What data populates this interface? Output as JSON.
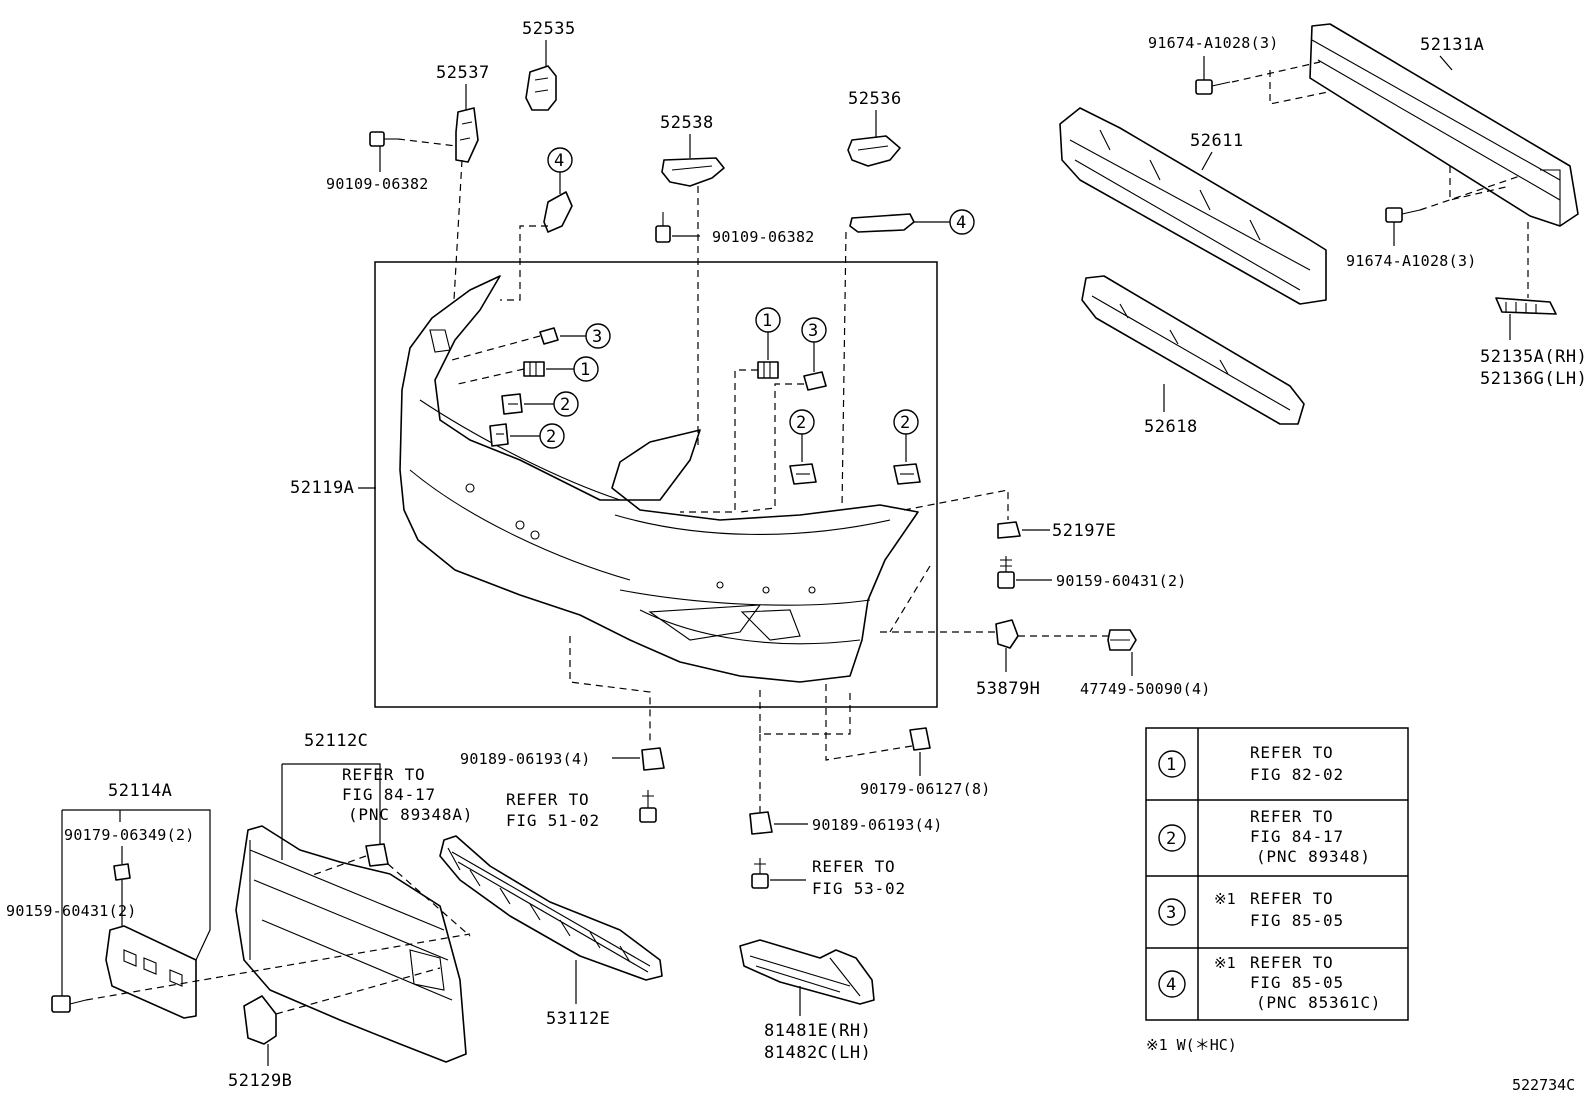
{
  "part_numbers": {
    "p52535": "52535",
    "p52537": "52537",
    "p52538": "52538",
    "p52536": "52536",
    "p52131A": "52131A",
    "p52611": "52611",
    "p52618": "52618",
    "p52119A": "52119A",
    "p52197E": "52197E",
    "p53879H": "53879H",
    "p52112C": "52112C",
    "p52114A": "52114A",
    "p52129B": "52129B",
    "p53112E": "53112E",
    "p52135A": "52135A(RH)",
    "p52136G": "52136G(LH)",
    "p81481E": "81481E(RH)",
    "p81482C": "81482C(LH)"
  },
  "fasteners": {
    "f90109_left": "90109-06382",
    "f90109_mid": "90109-06382",
    "f91674_top": "91674-A1028(3)",
    "f91674_bot": "91674-A1028(3)",
    "f90159_right": "90159-60431(2)",
    "f47749": "47749-50090(4)",
    "f90189_left": "90189-06193(4)",
    "f90179_right": "90179-06127(8)",
    "f90189_bottom": "90189-06193(4)",
    "f90179_left": "90179-06349(2)",
    "f90159_left": "90159-60431(2)"
  },
  "inline_refs": {
    "ref_84_17_a": "REFER TO",
    "ref_84_17_b": "FIG 84-17",
    "ref_84_17_c": "(PNC 89348A)",
    "ref_51_02_a": "REFER TO",
    "ref_51_02_b": "FIG 51-02",
    "ref_53_02_a": "REFER TO",
    "ref_53_02_b": "FIG 53-02"
  },
  "callouts": {
    "c1": "1",
    "c2": "2",
    "c3": "3",
    "c4": "4"
  },
  "legend": {
    "rows": [
      {
        "num": "1",
        "note": "",
        "lines": [
          "REFER TO",
          "FIG 82-02"
        ]
      },
      {
        "num": "2",
        "note": "",
        "lines": [
          "REFER TO",
          "FIG 84-17",
          "(PNC 89348)"
        ]
      },
      {
        "num": "3",
        "note": "※1",
        "lines": [
          "REFER TO",
          "FIG 85-05"
        ]
      },
      {
        "num": "4",
        "note": "※1",
        "lines": [
          "REFER TO",
          "FIG 85-05",
          "(PNC 85361C)"
        ]
      }
    ],
    "footnote": "※1 W(＊HC)"
  },
  "diagram_id": "522734C"
}
